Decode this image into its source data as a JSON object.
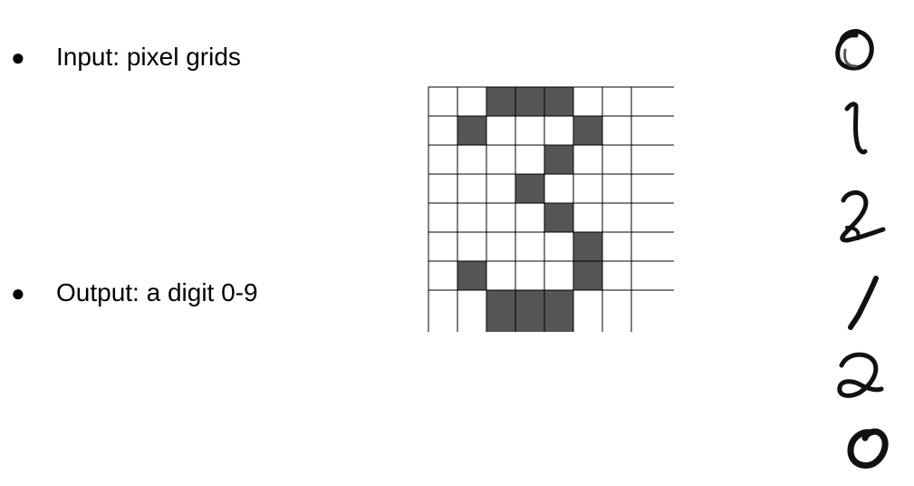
{
  "bullets": [
    {
      "marker": "●",
      "text": "Input: pixel grids"
    },
    {
      "marker": "●",
      "text": "Output: a digit 0-9"
    }
  ],
  "pixel_grid": {
    "rows": 8,
    "cols": 8,
    "filled_color": "#555555",
    "empty_color": "#ffffff",
    "line_color": "#000000",
    "cells": [
      [
        0,
        0,
        1,
        1,
        1,
        0,
        0,
        0
      ],
      [
        0,
        1,
        0,
        0,
        0,
        1,
        0,
        0
      ],
      [
        0,
        0,
        0,
        0,
        1,
        0,
        0,
        0
      ],
      [
        0,
        0,
        0,
        1,
        0,
        0,
        0,
        0
      ],
      [
        0,
        0,
        0,
        0,
        1,
        0,
        0,
        0
      ],
      [
        0,
        0,
        0,
        0,
        0,
        1,
        0,
        0
      ],
      [
        0,
        1,
        0,
        0,
        0,
        1,
        0,
        0
      ],
      [
        0,
        0,
        1,
        1,
        1,
        0,
        0,
        0
      ]
    ]
  },
  "handwritten_samples": [
    {
      "icon": "handwritten-digit-0-icon"
    },
    {
      "icon": "handwritten-digit-1-icon"
    },
    {
      "icon": "handwritten-digit-2-icon"
    },
    {
      "icon": "handwritten-digit-1-icon"
    },
    {
      "icon": "handwritten-digit-2-icon"
    },
    {
      "icon": "handwritten-digit-0-icon"
    }
  ]
}
